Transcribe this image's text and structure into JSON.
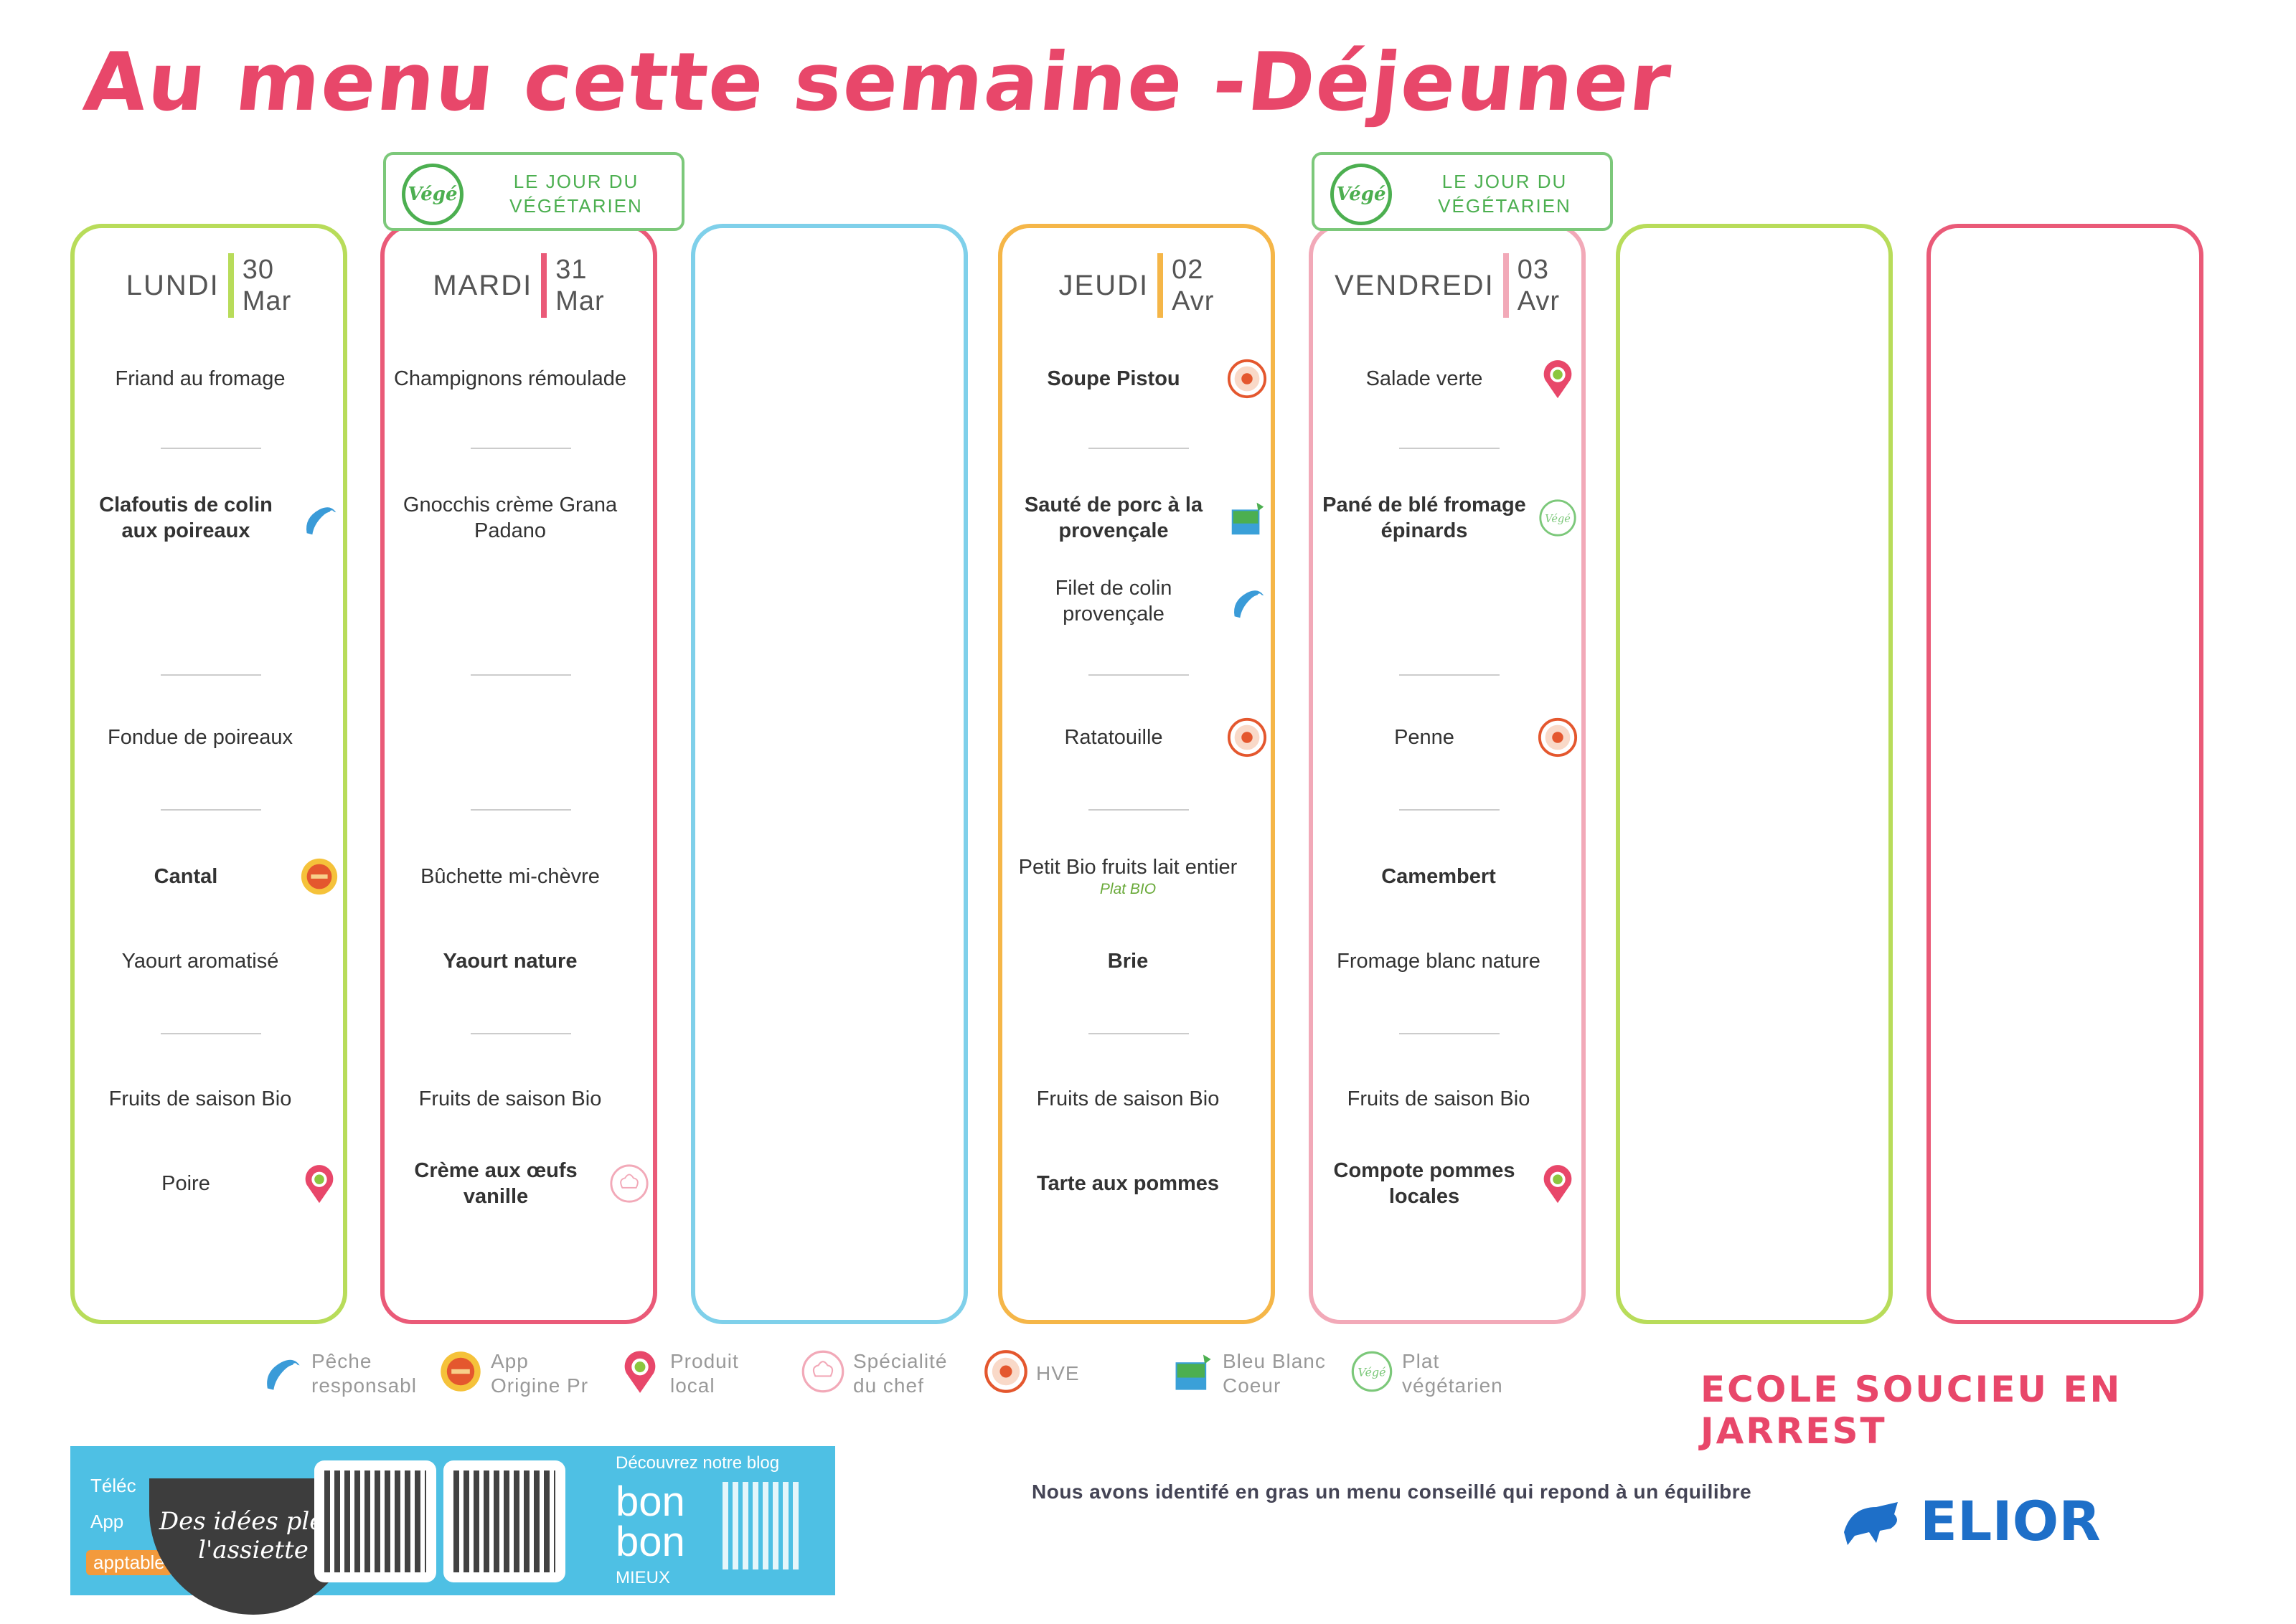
{
  "title": "Au menu cette semaine -Déjeuner",
  "vege_badge": {
    "logo": "Végé",
    "text": "LE JOUR DU VÉGÉTARIEN"
  },
  "days": [
    {
      "name": "LUNDI",
      "day": "30",
      "month": "Mar",
      "color": "#b8dc5a",
      "bar": "#b8dc5a",
      "items": [
        {
          "text": "Friand au fromage"
        },
        {
          "text": "Clafoutis de colin aux poireaux",
          "bold": true,
          "icon": "fish-icon"
        },
        null,
        {
          "text": "Fondue de poireaux"
        },
        {
          "text": "Cantal",
          "bold": true,
          "icon": "aop-icon"
        },
        {
          "text": "Yaourt aromatisé"
        },
        {
          "text": "Fruits de saison Bio"
        },
        {
          "text": "Poire",
          "icon": "local-pin-icon"
        }
      ]
    },
    {
      "name": "MARDI",
      "day": "31",
      "month": "Mar",
      "color": "#ea5a78",
      "bar": "#ea5a78",
      "vege": true,
      "items": [
        {
          "text": "Champignons rémoulade"
        },
        {
          "text": "Gnocchis crème Grana Padano"
        },
        null,
        null,
        {
          "text": "Bûchette mi-chèvre"
        },
        {
          "text": "Yaourt nature",
          "bold": true
        },
        {
          "text": "Fruits de saison Bio"
        },
        {
          "text": "Crème aux œufs vanille",
          "bold": true,
          "icon": "chef-icon"
        }
      ]
    },
    {
      "name": "",
      "day": "",
      "month": "",
      "color": "#7fd0ea",
      "items": []
    },
    {
      "name": "JEUDI",
      "day": "02",
      "month": "Avr",
      "color": "#f5b648",
      "bar": "#f5b648",
      "items": [
        {
          "text": "Soupe Pistou",
          "bold": true,
          "icon": "hve-icon"
        },
        {
          "text": "Sauté de porc à la provençale",
          "bold": true,
          "icon": "bleu-blanc-coeur-icon"
        },
        {
          "text": "Filet de colin provençale",
          "icon": "fish-icon"
        },
        {
          "text": "Ratatouille",
          "icon": "hve-icon"
        },
        {
          "text": "Petit Bio fruits lait entier",
          "note": "Plat BIO"
        },
        {
          "text": "Brie",
          "bold": true
        },
        {
          "text": "Fruits de saison Bio"
        },
        {
          "text": "Tarte aux pommes",
          "bold": true
        }
      ]
    },
    {
      "name": "VENDREDI",
      "day": "03",
      "month": "Avr",
      "color": "#f2a9b8",
      "bar": "#f2a9b8",
      "vege": true,
      "items": [
        {
          "text": "Salade verte",
          "icon": "local-pin-icon"
        },
        {
          "text": "Pané de blé fromage épinards",
          "bold": true,
          "icon": "vege-icon"
        },
        null,
        {
          "text": "Penne",
          "icon": "hve-icon"
        },
        {
          "text": "Camembert",
          "bold": true
        },
        {
          "text": "Fromage blanc nature"
        },
        {
          "text": "Fruits de saison Bio"
        },
        {
          "text": "Compote pommes locales",
          "bold": true,
          "icon": "local-pin-icon"
        }
      ]
    },
    {
      "name": "",
      "day": "",
      "month": "",
      "color": "#b8dc5a",
      "items": []
    },
    {
      "name": "",
      "day": "",
      "month": "",
      "color": "#ea5a78",
      "items": []
    }
  ],
  "legend": [
    {
      "icon": "fish-icon",
      "label": "Pêche responsabl"
    },
    {
      "icon": "aop-icon",
      "label": "App Origine Pr"
    },
    {
      "icon": "local-pin-icon",
      "label": "Produit local"
    },
    {
      "icon": "chef-icon",
      "label": "Spécialité du chef"
    },
    {
      "icon": "hve-icon",
      "label": "HVE"
    },
    {
      "icon": "bleu-blanc-coeur-icon",
      "label": "Bleu Blanc Coeur"
    },
    {
      "icon": "vege-icon",
      "label": "Plat végétarien"
    }
  ],
  "school": "ECOLE SOUCIEU EN JARREST",
  "banner": {
    "app_text_1": "Téléc",
    "app_text_2": "App",
    "apptable": "apptable",
    "bowl": "Des idées plein l'assiette",
    "blog": "Découvrez notre blog",
    "bonbon": "bon bon",
    "mieux": "MIEUX"
  },
  "footer_note": "Nous avons identifé en gras un menu conseillé qui repond à un équilibre",
  "brand": "ELIOR"
}
